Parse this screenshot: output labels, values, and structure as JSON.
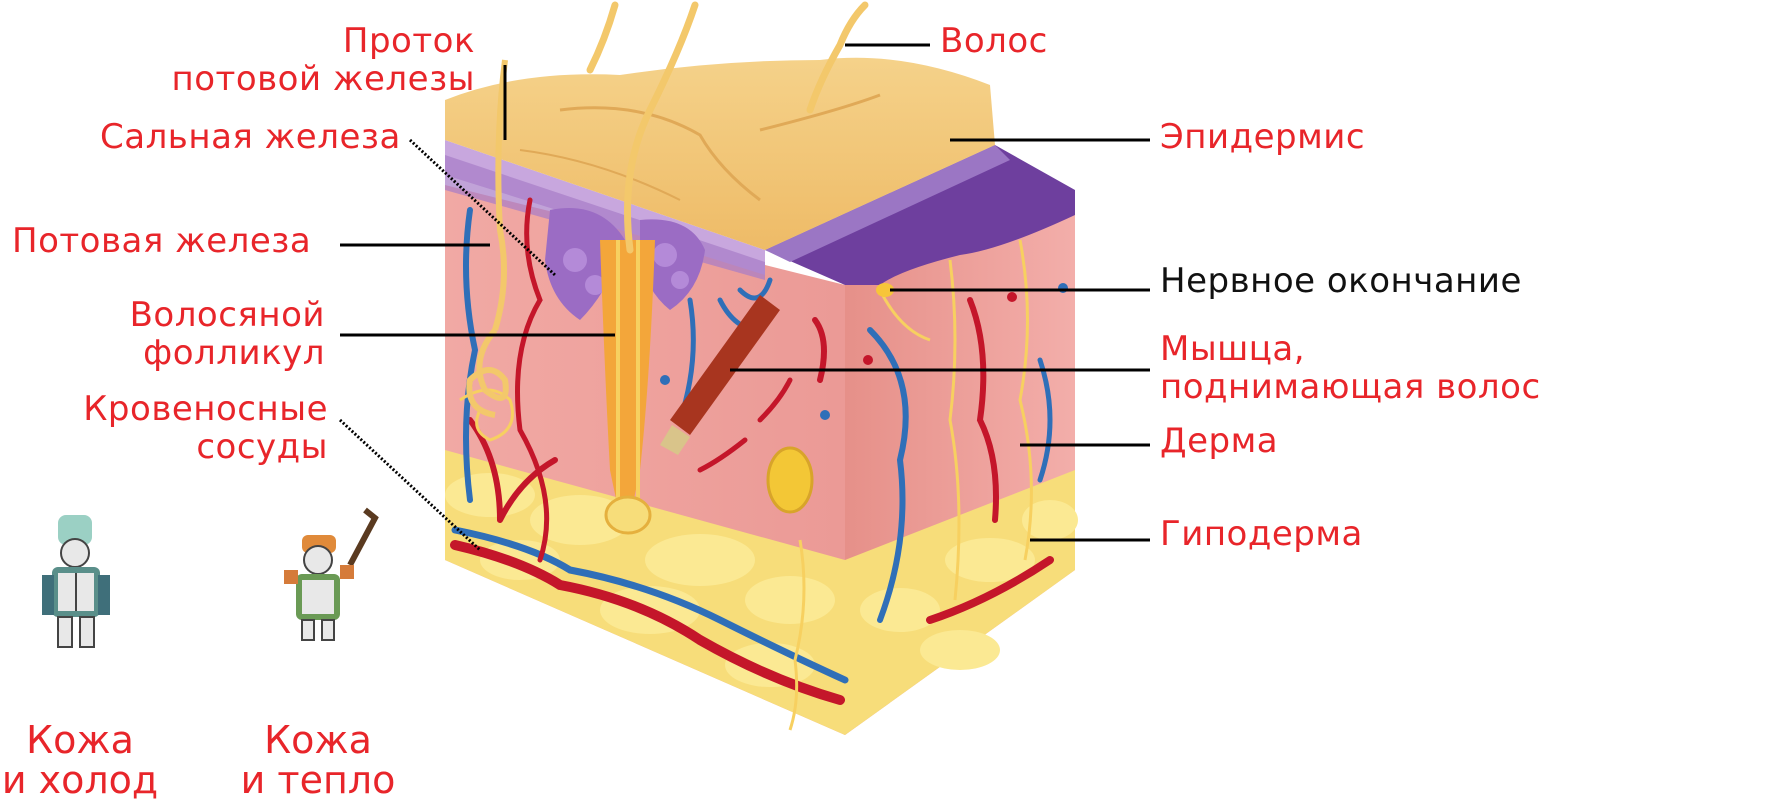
{
  "colors": {
    "label_red": "#e8252a",
    "label_black": "#111111",
    "epidermis": "#f2c777",
    "dermis": "#f0a7a0",
    "hypodermis_fat": "#f7e07a",
    "nerve_layer": "#7a4aa8",
    "blood_vessel_red": "#c4162a",
    "blood_vessel_blue": "#2f6fb8"
  },
  "labels": {
    "sweat_duct": [
      "Проток",
      "потовой железы"
    ],
    "hair": "Волос",
    "sebaceous_gland": "Сальная железа",
    "epidermis": "Эпидермис",
    "sweat_gland": "Потовая железа",
    "nerve_ending": "Нервное окончание",
    "hair_follicle": [
      "Волосяной",
      "фолликул"
    ],
    "arrector_muscle": [
      "Мышца,",
      "поднимающая волос"
    ],
    "blood_vessels": [
      "Кровеносные",
      "сосуды"
    ],
    "dermis": "Дерма",
    "hypodermis": "Гиподерма",
    "skin_cold": [
      "Кожа",
      "и холод"
    ],
    "skin_warm": [
      "Кожа",
      "и тепло"
    ]
  }
}
